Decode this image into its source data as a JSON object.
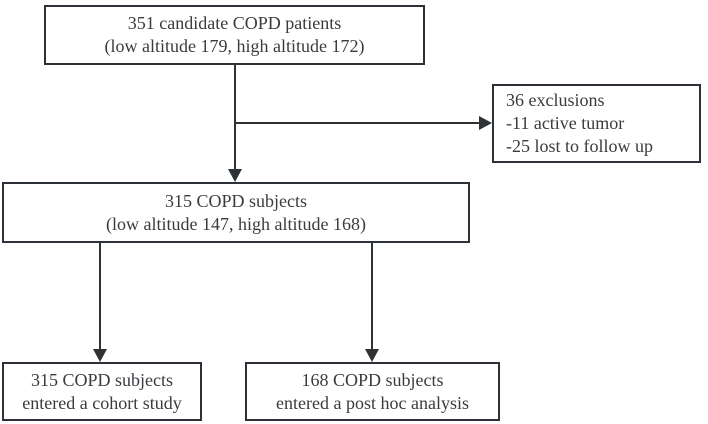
{
  "diagram_type": "patient-flowchart",
  "nodes": {
    "candidates": {
      "line1": "351 candidate COPD patients",
      "line2": "(low altitude 179, high altitude 172)"
    },
    "exclusions": {
      "line1": "36 exclusions",
      "line2": "-11 active tumor",
      "line3": "-25 lost to follow up"
    },
    "subjects": {
      "line1": "315 COPD subjects",
      "line2": "(low altitude 147, high altitude 168)"
    },
    "cohort": {
      "line1": "315 COPD subjects",
      "line2": "entered a cohort study"
    },
    "posthoc": {
      "line1": "168 COPD subjects",
      "line2": "entered a post hoc analysis"
    }
  },
  "edges": [
    {
      "from": "candidates",
      "to": "subjects",
      "style": "arrow-down"
    },
    {
      "from": "candidates",
      "to": "exclusions",
      "style": "arrow-right"
    },
    {
      "from": "subjects",
      "to": "cohort",
      "style": "arrow-down"
    },
    {
      "from": "subjects",
      "to": "posthoc",
      "style": "arrow-down"
    }
  ],
  "colors": {
    "background": "#ffffff",
    "box_border": "#2d3239",
    "connector": "#2f3235",
    "text": "#3a3b3f"
  }
}
